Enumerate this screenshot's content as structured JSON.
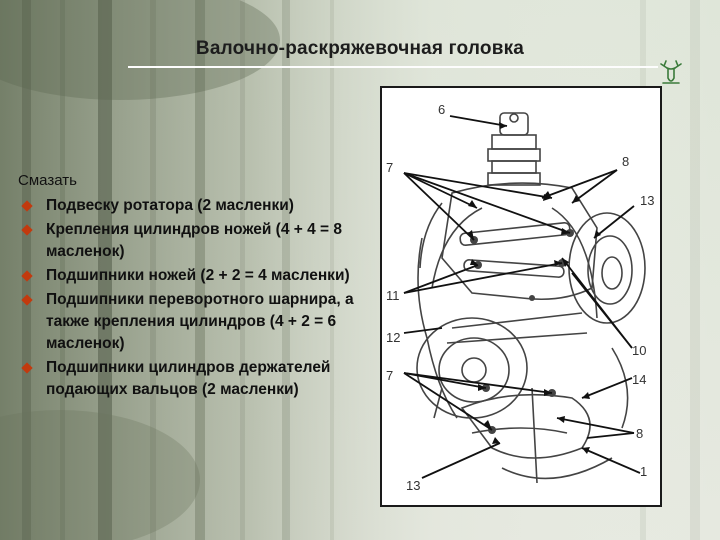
{
  "slide": {
    "title": "Валочно-раскряжевочная головка",
    "lead": "Смазать",
    "items": [
      {
        "text": "Подвеску ротатора (2 масленки)"
      },
      {
        "text": "Крепления цилиндров ножей (4 + 4 = 8 масленок)"
      },
      {
        "text": "Подшипники ножей (2 + 2 = 4 масленки)"
      },
      {
        "text": "Подшипники переворотного шарнира, а также крепления цилиндров (4 + 2 = 6 масленок)"
      },
      {
        "text": "Подшипники цилиндров держателей подающих вальцов (2 масленки)"
      }
    ]
  },
  "diagram": {
    "callouts": {
      "c6": "6",
      "c7a": "7",
      "c8a": "8",
      "c13a": "13",
      "c11": "11",
      "c12": "12",
      "c10": "10",
      "c7b": "7",
      "c14": "14",
      "c8b": "8",
      "c1": "1",
      "c13b": "13"
    }
  },
  "colors": {
    "bullet": "#c23a0e",
    "frame": "#1a1a1a"
  },
  "icons": {
    "logo": "deer-logo-icon",
    "bullet": "diamond-bullet-icon"
  }
}
